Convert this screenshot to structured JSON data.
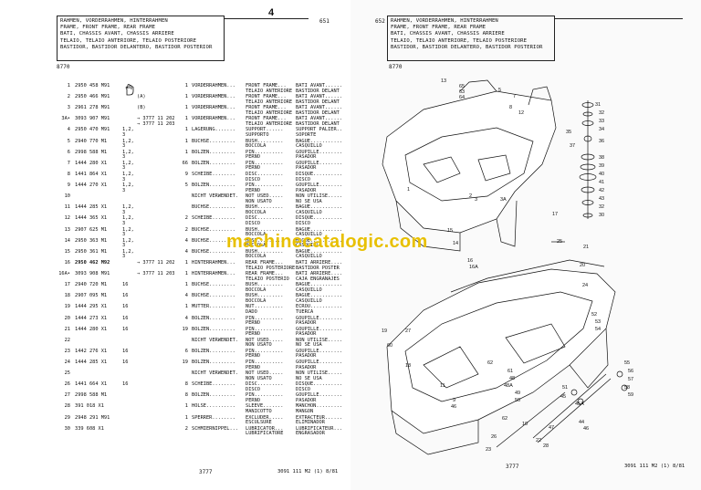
{
  "header": {
    "title_lines": [
      "RAHMEN, VORDERRAHMEN, HINTERRAHMEN",
      "FRAME, FRONT FRAME, REAR FRAME",
      "BATI, CHASSIS AVANT, CHASSIS ARRIERE",
      "TELAIO, TELAIO ANTERIORE, TELAIO POSTERIORE",
      "BASTIDOR, BASTIDOR DELANTERO, BASTIDOR POSTERIOR"
    ],
    "left_page_number": "651",
    "right_page_number": "652",
    "section_number": "4",
    "left_code": "8770",
    "right_code": "8770"
  },
  "parts": [
    {
      "pos": "1",
      "part": "2950 458 M91",
      "ref": "",
      "qty": "1",
      "d1": "VORDERRAHMEN...",
      "d2": "FRONT FRAME...",
      "d3": "BATI AVANT......",
      "sub": [
        {
          "d2": "TELAIO ANTERIORE",
          "d3": "BASTIDOR DELANT"
        }
      ]
    },
    {
      "pos": "2",
      "part": "2950 466 M91",
      "ref": "(A)",
      "qty": "1",
      "d1": "VORDERRAHMEN...",
      "d2": "FRONT FRAME...",
      "d3": "BATI AVANT......",
      "sub": [
        {
          "d2": "TELAIO ANTERIORE",
          "d3": "BASTIDOR DELANT"
        }
      ]
    },
    {
      "pos": "3",
      "part": "2961 278 M91",
      "ref": "(B)",
      "qty": "1",
      "d1": "VORDERRAHMEN...",
      "d2": "FRONT FRAME...",
      "d3": "BATI AVANT......",
      "sub": [
        {
          "d2": "TELAIO ANTERIORE",
          "d3": "BASTIDOR DELANT"
        }
      ]
    },
    {
      "pos": "3A•",
      "part": "3093 907 M91",
      "ref": "→ 3777 11 202",
      "ref2": "→ 3777 11 203",
      "qty": "1",
      "d1": "VORDERRAHMEN...",
      "d2": "FRONT FRAME...",
      "d3": "BATI AVANT......",
      "sub": [
        {
          "d2": "TELAIO ANTERIORE",
          "d3": "BASTIDOR DELANT"
        }
      ]
    },
    {
      "pos": "4",
      "part": "2950 470 M91",
      "q2": "1,2,",
      "q3": "3",
      "qty": "1",
      "d1": "LAGERUNG.......",
      "d2": "SUPPORT......",
      "d3": "SUPPORT PALIER..",
      "sub": [
        {
          "d2": "SUPPORTO",
          "d3": "SOPORTE"
        }
      ]
    },
    {
      "pos": "5",
      "part": "2940 770 M1",
      "q2": "1,2,",
      "q3": "3",
      "qty": "1",
      "d1": "BUCHSE.........",
      "d2": "BUSH.........",
      "d3": "BAGUE...........",
      "sub": [
        {
          "d2": "BOCCOLA",
          "d3": "CASQUILLO"
        }
      ]
    },
    {
      "pos": "6",
      "part": "2998 588 M1",
      "q2": "1,2,",
      "q3": "3",
      "qty": "1",
      "d1": "BOLZEN.........",
      "d2": "PIN..........",
      "d3": "GOUPILLE........",
      "sub": [
        {
          "d2": "PERNO",
          "d3": "PASADOR"
        }
      ]
    },
    {
      "pos": "7",
      "part": "1444 280 X1",
      "q2": "1,2,",
      "q3": "3",
      "qty": "66",
      "d1": "BOLZEN.........",
      "d2": "PIN..........",
      "d3": "GOUPILLE........",
      "sub": [
        {
          "d2": "PERNO",
          "d3": "PASADOR"
        }
      ]
    },
    {
      "pos": "8",
      "part": "1441 864 X1",
      "q2": "1,2,",
      "q3": "3",
      "qty": "9",
      "d1": "SCHEIBE........",
      "d2": "DISC.........",
      "d3": "DISQUE..........",
      "sub": [
        {
          "d2": "DISCO",
          "d3": "DISCO"
        }
      ]
    },
    {
      "pos": "9",
      "part": "1444 270 X1",
      "q2": "1,2,",
      "q3": "3",
      "qty": "5",
      "d1": "BOLZEN.........",
      "d2": "PIN..........",
      "d3": "GOUPILLE........",
      "sub": [
        {
          "d2": "PERNO",
          "d3": "PASADOR"
        }
      ]
    },
    {
      "pos": "10",
      "part": "",
      "qty": "",
      "d1": "NICHT VERWENDET.",
      "d2": "NOT USED.....",
      "d3": "NON UTILISE.....",
      "sub": [
        {
          "d2": "NON USATO",
          "d3": "NO SE USA"
        }
      ]
    },
    {
      "pos": "11",
      "part": "1444 285 X1",
      "q2": "1,2,",
      "q3": "3",
      "qty": "",
      "d1": "BUCHSE.........",
      "d2": "BUSH.........",
      "d3": "BAGUE...........",
      "sub": [
        {
          "d2": "BOCCOLA",
          "d3": "CASQUILLO"
        }
      ]
    },
    {
      "pos": "12",
      "part": "1444 365 X1",
      "q2": "1,2,",
      "q3": "3",
      "qty": "2",
      "d1": "SCHEIBE........",
      "d2": "DISC.........",
      "d3": "DISQUE..........",
      "sub": [
        {
          "d2": "DISCO",
          "d3": "DISCO"
        }
      ]
    },
    {
      "pos": "13",
      "part": "2907 625 M1",
      "q2": "1,2,",
      "q3": "3",
      "qty": "2",
      "d1": "BUCHSE.........",
      "d2": "BUSH.........",
      "d3": "BAGUE...........",
      "sub": [
        {
          "d2": "BOCCOLA",
          "d3": "CASQUILLO"
        }
      ]
    },
    {
      "pos": "14",
      "part": "2950 363 M1",
      "q2": "1,2,",
      "q3": "3",
      "qty": "4",
      "d1": "BUCHSE.........",
      "d2": "BUSH.........",
      "d3": "BAGUE...........",
      "sub": [
        {
          "d2": "BOCCOLA",
          "d3": "CASQUILLO"
        }
      ]
    },
    {
      "pos": "15",
      "part": "2950 361 M1",
      "q2": "1,2,",
      "q3": "3",
      "qty": "4",
      "d1": "BUCHSE.........",
      "d2": "BUSH.........",
      "d3": "BAGUE...........",
      "sub": [
        {
          "d2": "BOCCOLA",
          "d3": "CASQUILLO"
        }
      ]
    },
    {
      "pos": "16",
      "part": "2950 462 M92",
      "ref": "→ 3777 11 202",
      "qty": "1",
      "d1": "HINTERRAHMEN...",
      "d2": "REAR FRAME...",
      "d3": "BATI ARRIERE....",
      "sub": [
        {
          "d2": "TELAIO POSTERIORE",
          "d3": "BASTIDOR POSTER"
        }
      ],
      "bold": true
    },
    {
      "pos": "16A•",
      "part": "3093 908 M91",
      "ref": "→ 3777 11 203",
      "qty": "1",
      "d1": "HINTERRAHMEN...",
      "d2": "REAR FRAME...",
      "d3": "BATI ARRIERE....",
      "sub": [
        {
          "d2": "TELAIO POSTERIO",
          "d3": "CAJA ENGRANAJES"
        }
      ]
    },
    {
      "pos": "17",
      "part": "2940 720 M1",
      "q2": "16",
      "qty": "1",
      "d1": "BUCHSE.........",
      "d2": "BUSH.........",
      "d3": "BAGUE...........",
      "sub": [
        {
          "d2": "BOCCOLA",
          "d3": "CASQUILLO"
        }
      ]
    },
    {
      "pos": "18",
      "part": "2907 095 M1",
      "q2": "16",
      "qty": "4",
      "d1": "BUCHSE.........",
      "d2": "BUSH.........",
      "d3": "BAGUE...........",
      "sub": [
        {
          "d2": "BOCCOLA",
          "d3": "CASQUILLO"
        }
      ]
    },
    {
      "pos": "19",
      "part": "1444 295 X1",
      "q2": "16",
      "qty": "1",
      "d1": "MUTTER.........",
      "d2": "NUT..........",
      "d3": "ECROU...........",
      "sub": [
        {
          "d2": "DADO",
          "d3": "TUERCA"
        }
      ]
    },
    {
      "pos": "20",
      "part": "1444 273 X1",
      "q2": "16",
      "qty": "4",
      "d1": "BOLZEN.........",
      "d2": "PIN..........",
      "d3": "GOUPILLE........",
      "sub": [
        {
          "d2": "PERNO",
          "d3": "PASADOR"
        }
      ]
    },
    {
      "pos": "21",
      "part": "1444 280 X1",
      "q2": "16",
      "qty": "19",
      "d1": "BOLZEN.........",
      "d2": "PIN..........",
      "d3": "GOUPILLE........",
      "sub": [
        {
          "d2": "PERNO",
          "d3": "PASADOR"
        }
      ]
    },
    {
      "pos": "22",
      "part": "",
      "qty": "",
      "d1": "NICHT VERWENDET.",
      "d2": "NOT USED.....",
      "d3": "NON UTILISE.....",
      "sub": [
        {
          "d2": "NON USATO",
          "d3": "NO SE USA"
        }
      ]
    },
    {
      "pos": "23",
      "part": "1442 276 X1",
      "q2": "16",
      "qty": "6",
      "d1": "BOLZEN.........",
      "d2": "PIN..........",
      "d3": "GOUPILLE........",
      "sub": [
        {
          "d2": "PERNO",
          "d3": "PASADOR"
        }
      ]
    },
    {
      "pos": "24",
      "part": "1444 285 X1",
      "q2": "16",
      "qty": "19",
      "d1": "BOLZEN.........",
      "d2": "PIN..........",
      "d3": "GOUPILLE........",
      "sub": [
        {
          "d2": "PERNO",
          "d3": "PASADOR"
        }
      ]
    },
    {
      "pos": "25",
      "part": "",
      "qty": "",
      "d1": "NICHT VERWENDET.",
      "d2": "NOT USED.....",
      "d3": "NON UTILISE.....",
      "sub": [
        {
          "d2": "NON USATO",
          "d3": "NO SE USA"
        }
      ]
    },
    {
      "pos": "26",
      "part": "1441 664 X1",
      "q2": "16",
      "qty": "8",
      "d1": "SCHEIBE........",
      "d2": "DISC.........",
      "d3": "DISQUE..........",
      "sub": [
        {
          "d2": "DISCO",
          "d3": "DISCO"
        }
      ]
    },
    {
      "pos": "27",
      "part": "2998 588 M1",
      "qty": "8",
      "d1": "BOLZEN.........",
      "d2": "PIN..........",
      "d3": "GOUPILLE........",
      "sub": [
        {
          "d2": "PERNO",
          "d3": "PASADOR"
        }
      ]
    },
    {
      "pos": "28",
      "part": "391 018 X1",
      "qty": "1",
      "d1": "HOLSE..........",
      "d2": "SLEEVE.......",
      "d3": "MANCHON.........",
      "sub": [
        {
          "d2": "MANICOTTO",
          "d3": "MANGON"
        }
      ]
    },
    {
      "pos": "29",
      "part": "2948 291 M91",
      "qty": "1",
      "d1": "SPERRER........",
      "d2": "EXCLUDER.....",
      "d3": "EXTRACTEUR......",
      "sub": [
        {
          "d2": "ESCULSURE",
          "d3": "ELIMINADOR"
        }
      ]
    },
    {
      "pos": "30",
      "part": "339 608 X1",
      "qty": "2",
      "d1": "SCHMIERNIPPEL...",
      "d2": "LUBRICATOR...",
      "d3": "LUBRIFICATEUR...",
      "sub": [
        {
          "d2": "LUBRIFICATORE",
          "d3": "ENGRASADOR"
        }
      ]
    }
  ],
  "footer": {
    "left_code": "3777",
    "left_doc": "3091 111 M2 (1) 8/81",
    "right_code": "3777",
    "right_doc": "3091 111 M2 (1) 8/81"
  },
  "watermark": "machinecatalogic.com",
  "callouts": [
    "13",
    "65",
    "63",
    "64",
    "5",
    "7",
    "8",
    "12",
    "31",
    "32",
    "33",
    "34",
    "35",
    "36",
    "37",
    "38",
    "39",
    "40",
    "41",
    "42",
    "43",
    "32",
    "30",
    "1",
    "2",
    "3",
    "3A",
    "17",
    "15",
    "14",
    "16",
    "16A",
    "25",
    "21",
    "20",
    "24",
    "19",
    "27",
    "60",
    "62",
    "52",
    "53",
    "54",
    "55",
    "56",
    "57",
    "58",
    "59",
    "61",
    "48",
    "48A",
    "49",
    "50",
    "51",
    "45",
    "45A",
    "44",
    "46",
    "47",
    "46",
    "62",
    "26",
    "23",
    "28",
    "22",
    "18",
    "11",
    "9",
    "10"
  ]
}
